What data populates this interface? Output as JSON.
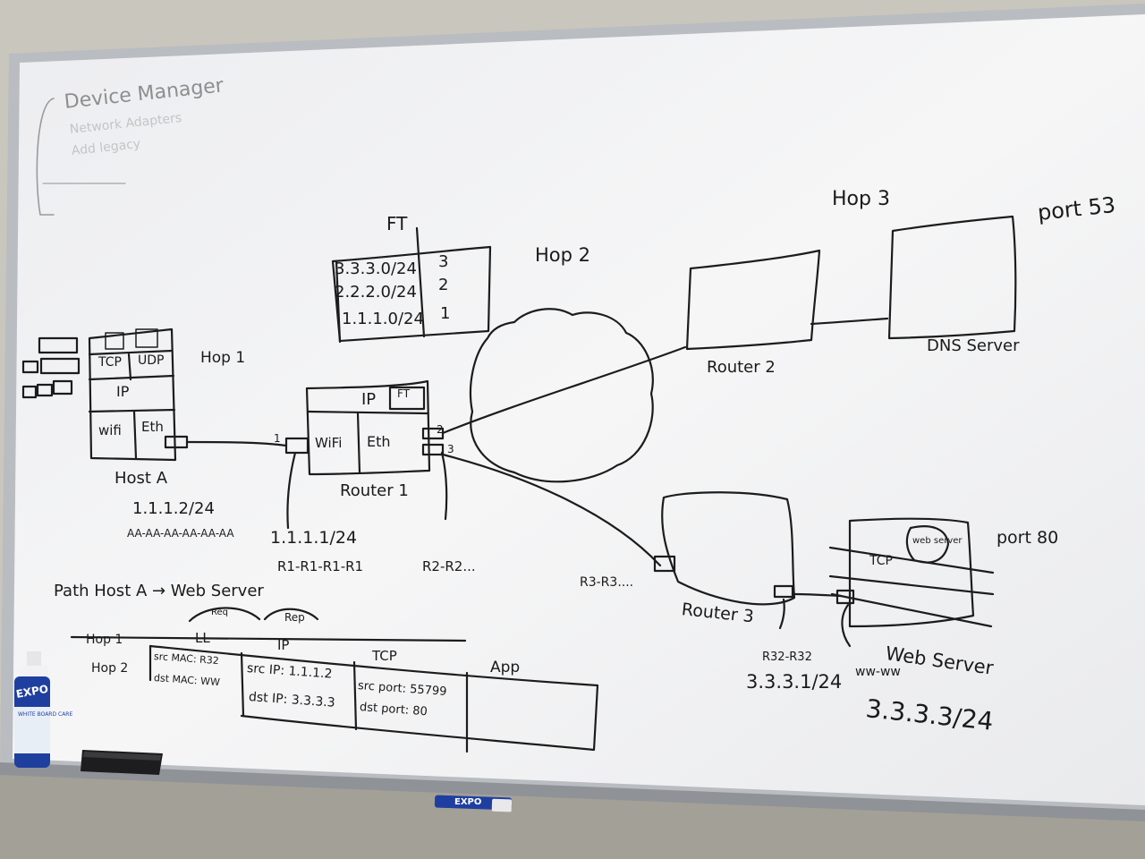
{
  "board": {
    "faded": {
      "title": "Device Manager",
      "line2": "Network Adapters",
      "line3": "Add legacy"
    },
    "ft": {
      "label": "FT",
      "rows": [
        {
          "net": "3.3.3.0/24",
          "port": "3"
        },
        {
          "net": "2.2.2.0/24",
          "port": "2"
        },
        {
          "net": "1.1.1.0/24",
          "port": "1"
        }
      ]
    },
    "hops": {
      "hop1": "Hop 1",
      "hop2": "Hop 2",
      "hop3": "Hop 3"
    },
    "ports": {
      "dns": "port 53",
      "web": "port 80"
    },
    "host_a": {
      "name": "Host A",
      "ip": "1.1.1.2/24",
      "mac": "AA-AA-AA-AA-AA-AA",
      "stack": {
        "tcp": "TCP",
        "udp": "UDP",
        "ip": "IP",
        "wifi": "wifi",
        "eth": "Eth"
      }
    },
    "router1": {
      "name": "Router 1",
      "ip_label": "IP",
      "ft_label": "FT",
      "wifi": "WiFi",
      "eth": "Eth",
      "if1": "1",
      "if2": "2",
      "if3": "3",
      "ip": "1.1.1.1/24",
      "mac": "R1-R1-R1-R1",
      "mac2": "R2-R2..."
    },
    "router2": {
      "name": "Router 2"
    },
    "router3": {
      "name": "Router 3",
      "mac_left": "R3-R3....",
      "mac_right": "R32-R32",
      "ip": "3.3.3.1/24"
    },
    "dns": {
      "name": "DNS Server"
    },
    "web": {
      "name": "Web Server",
      "inner": "web server",
      "tcp": "TCP",
      "mac": "ww-ww",
      "ip": "3.3.3.3/24"
    },
    "path": {
      "title": "Path Host A → Web Server",
      "req": "Req",
      "rep": "Rep",
      "hop1": "Hop 1",
      "hop2": "Hop 2",
      "cols": [
        "LL",
        "IP",
        "TCP",
        "App"
      ],
      "ll": [
        "src MAC: R32",
        "dst MAC: WW"
      ],
      "ip": [
        "src IP: 1.1.1.2",
        "dst IP: 3.3.3.3"
      ],
      "tcp": [
        "src port: 55799",
        "dst port: 80"
      ]
    },
    "marker_brand": "EXPO",
    "bottle_brand": "EXPO",
    "bottle_sub": "WHITE BOARD CARE"
  }
}
